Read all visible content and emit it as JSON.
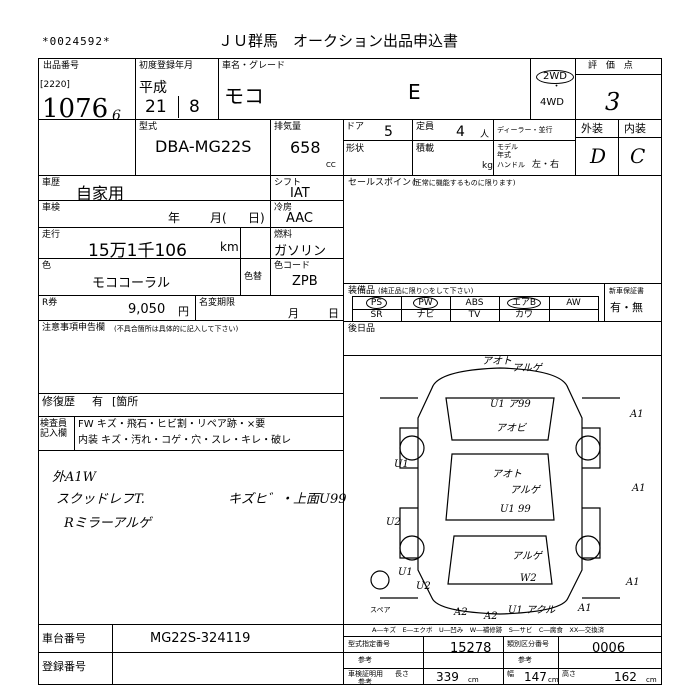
{
  "header": {
    "serial": "*0024592*",
    "title": "ＪＵ群馬　オークション出品申込書"
  },
  "row1": {
    "lot_label": "出品番号",
    "code": "[2220]",
    "lot": "1076",
    "lot_suffix": "6",
    "first_reg_label": "初度登録年月",
    "era": "平成",
    "year": "21",
    "month": "8",
    "name_label": "車名・グレード",
    "name": "モコ",
    "grade": "E",
    "drive1": "2WD",
    "dot": "・",
    "drive2": "4WD",
    "score_label": "評 価 点",
    "score": "3"
  },
  "row2": {
    "model_label": "型式",
    "model": "DBA-MG22S",
    "disp_label": "排気量",
    "disp": "658",
    "cc": "CC",
    "door_label": "ドア",
    "door": "5",
    "cap_label": "定員",
    "cap": "4",
    "cap_unit": "人",
    "dealer_label": "ディーラー・並行",
    "shape_label": "形状",
    "load_label": "積載",
    "kg": "kg",
    "modelyear_label": "モデル年式",
    "handle_label": "ハンドル",
    "handle": "左・右",
    "ext_label": "外装",
    "int_label": "内装",
    "ext": "D",
    "int": "C"
  },
  "left": {
    "history_label": "車歴",
    "history": "自家用",
    "shaken_label": "車検",
    "shaken_y": "年",
    "shaken_m": "月(",
    "shaken_d": "日)",
    "mileage_label": "走行",
    "mileage": "15万1千106",
    "km": "km",
    "color_label": "色",
    "color": "モココーラル",
    "orig_color_label": "色替",
    "recycle_label": "R券",
    "recycle": "9,050",
    "yen": "円",
    "deadline_label": "名変期限",
    "deadline_m": "月",
    "deadline_d": "日",
    "notice_label": "注意事項申告欄",
    "notice_sub": "(不具合箇所は具体的に記入して下さい)",
    "repair_label": "修復歴",
    "repair": "有",
    "repair_part": "箇所"
  },
  "mid": {
    "shift_label": "シフト",
    "shift": "IAT",
    "ac_label": "冷房",
    "ac": "AAC",
    "fuel_label": "燃料",
    "fuel": "ガソリン",
    "colorcode_label": "色コード",
    "colorcode": "ZPB"
  },
  "sales": {
    "label": "セールスポイント",
    "sub": "(正常に機能するものに限ります)"
  },
  "equip": {
    "label": "装備品",
    "sub": "(純正品に限り○をして下さい)",
    "items": [
      "PS",
      "PW",
      "ABS",
      "エアB",
      "AW",
      "SR",
      "ナビ",
      "TV",
      "カワ",
      ""
    ],
    "warranty_label": "新車保証書",
    "warranty": "有・無"
  },
  "back": {
    "label": "後日品"
  },
  "check": {
    "label": "検査員\n記入欄",
    "line1": "FW キズ・飛石・ヒビ割・リペア跡・×要",
    "line2": "内装 キズ・汚れ・コゲ・穴・スレ・キレ・破レ"
  },
  "notes": {
    "n1": "外A1W",
    "n2": "スクッドレフT.",
    "n3": "Rミラーアルゲ",
    "n4": "キズヒ゛・上面U99"
  },
  "diagram": {
    "marks": [
      "アオト",
      "アルゲ",
      "U1 ア99",
      "アオビ",
      "アオト",
      "アルゲ",
      "U1 99",
      "A1",
      "A1",
      "U1",
      "U2",
      "U1",
      "U2",
      "アルゲ",
      "W2",
      "A2",
      "A2",
      "U1 アクル",
      "A1",
      "A1"
    ],
    "spare": "スペア"
  },
  "legend": "A―キズ　E―エクボ　U―凹み　W―補修跡　S―サビ　C―腐食　XX―交換済",
  "bottom": {
    "chassis_label": "車台番号",
    "chassis": "MG22S-324119",
    "reg_label": "登録番号",
    "type_no_label": "型式指定番号",
    "type_no": "15278",
    "class_label": "類別区分番号",
    "class_no": "0006",
    "ref": "参考",
    "cert_label": "車検証明用",
    "length_label": "長さ",
    "length": "339",
    "width_label": "幅",
    "width": "147",
    "height_label": "高さ",
    "height": "162",
    "cm": "cm"
  }
}
